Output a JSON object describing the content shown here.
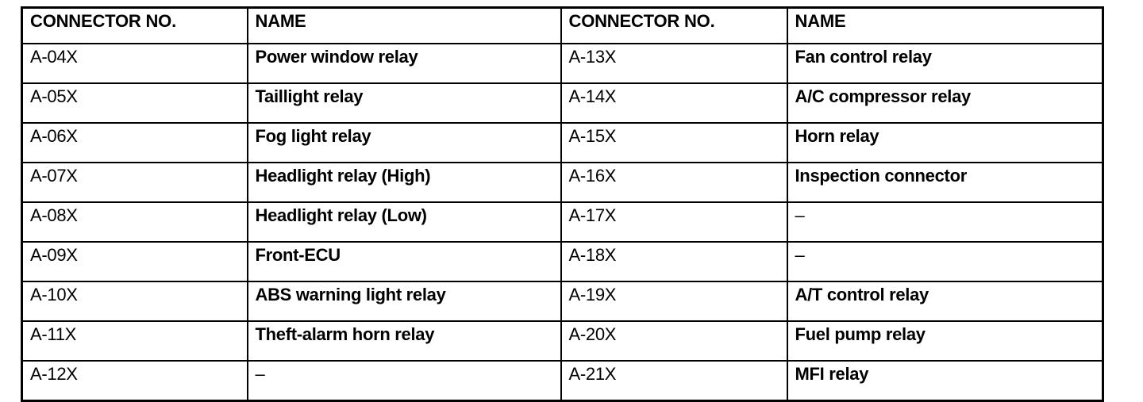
{
  "table": {
    "name": "connector-list-table",
    "headers": [
      "CONNECTOR NO.",
      "NAME",
      "CONNECTOR NO.",
      "NAME"
    ],
    "rows": [
      {
        "left_no": "A-04X",
        "left_name": "Power window relay",
        "right_no": "A-13X",
        "right_name": "Fan control relay"
      },
      {
        "left_no": "A-05X",
        "left_name": "Taillight relay",
        "right_no": "A-14X",
        "right_name": "A/C compressor relay"
      },
      {
        "left_no": "A-06X",
        "left_name": "Fog light relay",
        "right_no": "A-15X",
        "right_name": "Horn relay"
      },
      {
        "left_no": "A-07X",
        "left_name": "Headlight relay (High)",
        "right_no": "A-16X",
        "right_name": "Inspection connector"
      },
      {
        "left_no": "A-08X",
        "left_name": "Headlight relay (Low)",
        "right_no": "A-17X",
        "right_name": "–"
      },
      {
        "left_no": "A-09X",
        "left_name": "Front-ECU",
        "right_no": "A-18X",
        "right_name": "–"
      },
      {
        "left_no": "A-10X",
        "left_name": "ABS warning light relay",
        "right_no": "A-19X",
        "right_name": "A/T control relay"
      },
      {
        "left_no": "A-11X",
        "left_name": "Theft-alarm horn relay",
        "right_no": "A-20X",
        "right_name": "Fuel pump relay"
      },
      {
        "left_no": "A-12X",
        "left_name": "–",
        "right_no": "A-21X",
        "right_name": "MFI relay"
      }
    ]
  },
  "colors": {
    "border": "#000000",
    "text": "#000000",
    "background": "#ffffff"
  }
}
